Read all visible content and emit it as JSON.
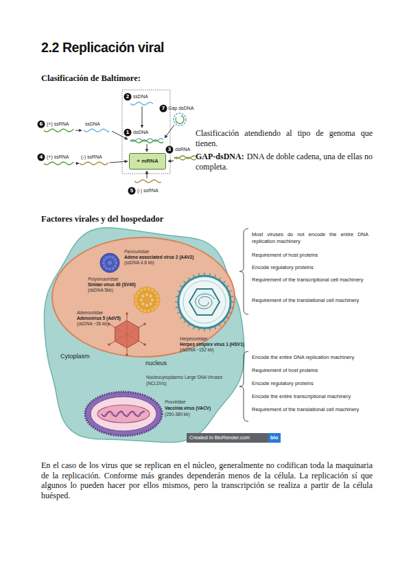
{
  "diagram": {
    "title": "2.2 Replicación viral",
    "nodes": [
      {
        "text": [
          "+ mRNA"
        ]
      },
      {
        "text": [
          "Cytoplasm"
        ]
      },
      {
        "text": [
          "nucleus"
        ],
        "in": 1
      }
    ],
    "labels": [
      "Clasificación de Baltimore:",
      "6",
      "(+) ssRNA",
      "ssDNA",
      "2",
      "ssDNA",
      "7",
      "Gap dsDNA",
      "1",
      "dsDNA",
      "4",
      "(+) ssRNA",
      "(-) ssRNA",
      "3",
      "dsRNA",
      "5",
      "(-) ssRNA",
      "Clasificación atendiendo al tipo de genoma que tienen.",
      "GAP-dsDNA:",
      "DNA de doble cadena, una de ellas no completa.",
      "Factores virales y del hospedador",
      "Parvoviridae",
      "Adeno associated virus 2 (AAV2)",
      "(ssDNA 4.8 kb)",
      "Polyomaviridae",
      "Simian virus 40 (SV40)",
      "(dsDNA 5kb)",
      "Adenoviridae",
      "Adenovirus 5 (AdV5)",
      "(dsDNA ~36 kb)",
      "Herpesviridae",
      "Herpes simplex virus 1 (HSV1)",
      "(dsDNA ~152 kb)",
      "Nucleocytoplasmic Large DNA Viruses",
      "(NCLDVs)",
      "Poxviridae",
      "Vaccinia virus (VACV)",
      "(250-380 kb)",
      "Most viruses do not encode the entire DNA replication machinery",
      "Requirement of host proteins",
      "Encode regulatory proteins",
      "Requirement of the transcriptional cell machinery",
      "Requirement of the translational cell machinery",
      "Encode the entire DNA replication machinery",
      "Requirement of host proteins",
      "Encode regulatory proteins",
      "Encode the entire transcriptional machinery",
      "Requirement of the translational cell machinery",
      "Created in BioRender.com",
      "bio",
      "En el caso de los virus que se replican en el núcleo, generalmente no codifican toda la maquinaria de la replicación. Conforme más grandes dependerán menos de la célula. La replicación sí que algunos lo pueden hacer por ellos mismos, pero la transcripción se realiza a partir de la célula huésped."
    ]
  }
}
